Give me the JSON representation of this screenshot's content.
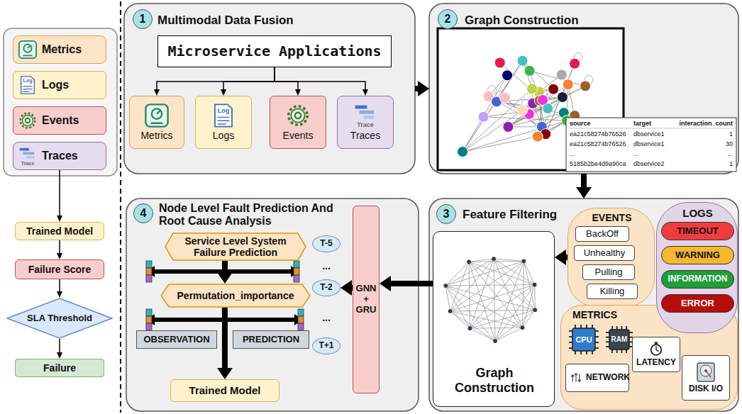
{
  "diagram": {
    "nodes": [
      {
        "text": [
          "Metrics"
        ]
      },
      {
        "text": [
          "Logs",
          "Log"
        ]
      },
      {
        "text": [
          "Events"
        ]
      },
      {
        "text": [
          "Traces",
          "Trace"
        ]
      },
      {
        "text": [
          "Trained Model"
        ]
      },
      {
        "text": [
          "Failure Score"
        ]
      },
      {
        "text": [
          "SLA Threshold"
        ]
      },
      {
        "text": [
          "Failure"
        ]
      },
      {
        "text": [
          "Multimodal Data Fusion"
        ]
      },
      {
        "text": [
          "1"
        ],
        "in": 8
      },
      {
        "text": [
          "Microservice Applications"
        ],
        "in": 8
      },
      {
        "text": [
          "Metrics"
        ],
        "in": 8
      },
      {
        "text": [
          "Logs",
          "Log"
        ],
        "in": 8
      },
      {
        "text": [
          "Events"
        ],
        "in": 8
      },
      {
        "text": [
          "Traces",
          "Trace"
        ],
        "in": 8
      },
      {
        "text": [
          "Graph Construction"
        ]
      },
      {
        "text": [
          "2"
        ],
        "in": 15
      },
      {
        "text": [
          "Feature Filtering"
        ]
      },
      {
        "text": [
          "3"
        ],
        "in": 17
      },
      {
        "text": [
          "Graph Construction"
        ],
        "in": 17
      },
      {
        "text": [
          "EVENTS"
        ],
        "in": 17
      },
      {
        "text": [
          "BackOff"
        ],
        "in": 20
      },
      {
        "text": [
          "Unhealthy"
        ],
        "in": 20
      },
      {
        "text": [
          "Pulling"
        ],
        "in": 20
      },
      {
        "text": [
          "Killing"
        ],
        "in": 20
      },
      {
        "text": [
          "LOGS"
        ],
        "in": 17
      },
      {
        "text": [
          "TIMEOUT"
        ],
        "in": 25
      },
      {
        "text": [
          "WARNING"
        ],
        "in": 25
      },
      {
        "text": [
          "INFORMATION"
        ],
        "in": 25
      },
      {
        "text": [
          "ERROR"
        ],
        "in": 25
      },
      {
        "text": [
          "METRICS"
        ],
        "in": 17
      },
      {
        "text": [
          "CPU"
        ],
        "in": 30
      },
      {
        "text": [
          "RAM"
        ],
        "in": 30
      },
      {
        "text": [
          "LATENCY"
        ],
        "in": 30
      },
      {
        "text": [
          "NETWORK"
        ],
        "in": 30
      },
      {
        "text": [
          "DISK I/O"
        ],
        "in": 30
      },
      {
        "text": [
          "Node Level Fault Prediction And Root Cause Analysis"
        ]
      },
      {
        "text": [
          "4"
        ],
        "in": 36
      },
      {
        "text": [
          "Service Level System Failure Prediction"
        ],
        "in": 36
      },
      {
        "text": [
          "Permutation_importance"
        ],
        "in": 36
      },
      {
        "text": [
          "T-5"
        ],
        "in": 36
      },
      {
        "text": [
          "T-2"
        ],
        "in": 36
      },
      {
        "text": [
          "T+1"
        ],
        "in": 36
      },
      {
        "text": [
          "OBSERVATION"
        ],
        "in": 36
      },
      {
        "text": [
          "PREDICTION"
        ],
        "in": 36
      },
      {
        "text": [
          "Trained Model"
        ],
        "in": 36
      },
      {
        "text": [
          "GNN + GRU"
        ],
        "in": 36
      }
    ],
    "edges": [
      {
        "from": 3,
        "to": 4,
        "arrow": "to"
      },
      {
        "from": 4,
        "to": 5,
        "arrow": "to"
      },
      {
        "from": 5,
        "to": 6,
        "arrow": "to"
      },
      {
        "from": 6,
        "to": 7,
        "arrow": "to"
      },
      {
        "from": 8,
        "to": 15,
        "arrow": "to"
      },
      {
        "from": 10,
        "to": 11,
        "arrow": "to"
      },
      {
        "from": 10,
        "to": 12,
        "arrow": "to"
      },
      {
        "from": 10,
        "to": 13,
        "arrow": "to"
      },
      {
        "from": 10,
        "to": 14,
        "arrow": "to"
      },
      {
        "from": 15,
        "to": 17,
        "arrow": "to"
      },
      {
        "from": 20,
        "to": 19,
        "arrow": "to"
      },
      {
        "from": 19,
        "to": 46,
        "arrow": "to"
      },
      {
        "from": 46,
        "to": 41,
        "arrow": "to"
      },
      {
        "from": 38,
        "to": 39,
        "arrow": "to"
      },
      {
        "from": 39,
        "to": 45,
        "arrow": "to"
      }
    ],
    "labels": [
      "source",
      "target",
      "interaction_count",
      "ea21c58274b76526",
      "dbservice1",
      "1",
      "ea21c58274b76526",
      "dbservice1",
      "30",
      "...",
      "...",
      "...",
      "5185b2be4d9a90ca",
      "dbservice2",
      "1",
      "...",
      "..."
    ]
  }
}
